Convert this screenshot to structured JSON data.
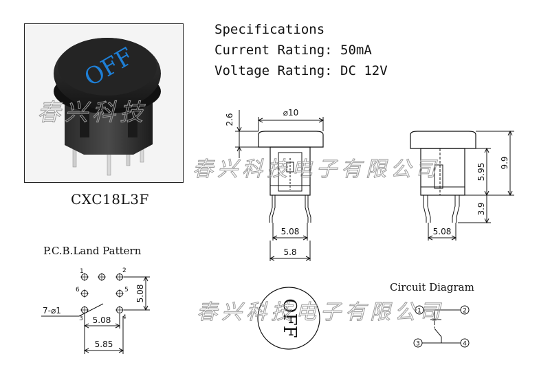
{
  "product": {
    "model": "CXC18L3F",
    "cap_text": "OFF",
    "cap_text_color": "#1e7fd6",
    "photo_watermark": "春兴科技"
  },
  "specs": {
    "heading": "Specifications",
    "current": "Current Rating: 50mA",
    "voltage": "Voltage Rating: DC 12V"
  },
  "front_view": {
    "cap_height": "2.6",
    "diameter": "⌀10",
    "pin_spacing": "5.08",
    "body_width": "5.8"
  },
  "side_view": {
    "total_height": "9.9",
    "body_height": "5.95",
    "pin_length": "3.9",
    "pin_spacing": "5.08"
  },
  "pcb": {
    "title": "P.C.B.Land Pattern",
    "pin_labels": [
      "1",
      "2",
      "6",
      "5",
      "3",
      "4"
    ],
    "hole_note": "7-⌀1",
    "vertical_spacing": "5.08",
    "horizontal_spacing": "5.08",
    "outer_width": "5.85"
  },
  "top_view": {
    "cap_text": "OFF"
  },
  "circuit": {
    "title": "Circuit Diagram",
    "terminals": [
      "1",
      "2",
      "3",
      "4"
    ]
  },
  "watermark": {
    "text": "春兴科技电子有限公司"
  }
}
